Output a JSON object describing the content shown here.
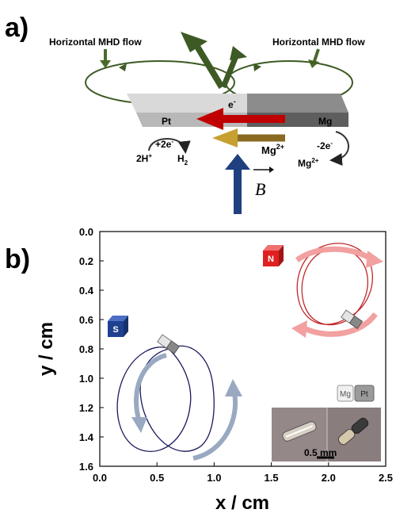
{
  "panel_a": {
    "label": "a)",
    "flow_left": "Horizontal MHD flow",
    "flow_right": "Horizontal MHD flow",
    "pt": "Pt",
    "mg": "Mg",
    "electron": "e",
    "electron_sup": "-",
    "mg_ion": "Mg",
    "mg_ion_sup": "2+",
    "plus_2e": "+2e",
    "plus_2e_sup": "-",
    "minus_2e": "-2e",
    "minus_2e_sup": "-",
    "h_plus": "2H",
    "h_plus_sup": "+",
    "h2": "H",
    "h2_sub": "2",
    "mg2_right": "Mg",
    "mg2_right_sup": "2+",
    "b_field": "B"
  },
  "panel_b": {
    "label": "b)",
    "xlabel": "x / cm",
    "ylabel": "y / cm",
    "x_ticks": [
      "0.0",
      "0.5",
      "1.0",
      "1.5",
      "2.0",
      "2.5"
    ],
    "y_ticks": [
      "0.0",
      "0.2",
      "0.4",
      "0.6",
      "0.8",
      "1.0",
      "1.2",
      "1.4",
      "1.6"
    ],
    "south_cube": "S",
    "north_cube": "N",
    "inset_mg": "Mg",
    "inset_pt": "Pt",
    "scale_bar": "0.5 mm",
    "colors": {
      "south_path": "#1a1a5e",
      "north_path": "#c0282a",
      "south_cube": "#1f3f8f",
      "north_cube": "#e02020",
      "arrow_blue": "#9aa9c2",
      "arrow_red": "#f2a0a0"
    }
  }
}
